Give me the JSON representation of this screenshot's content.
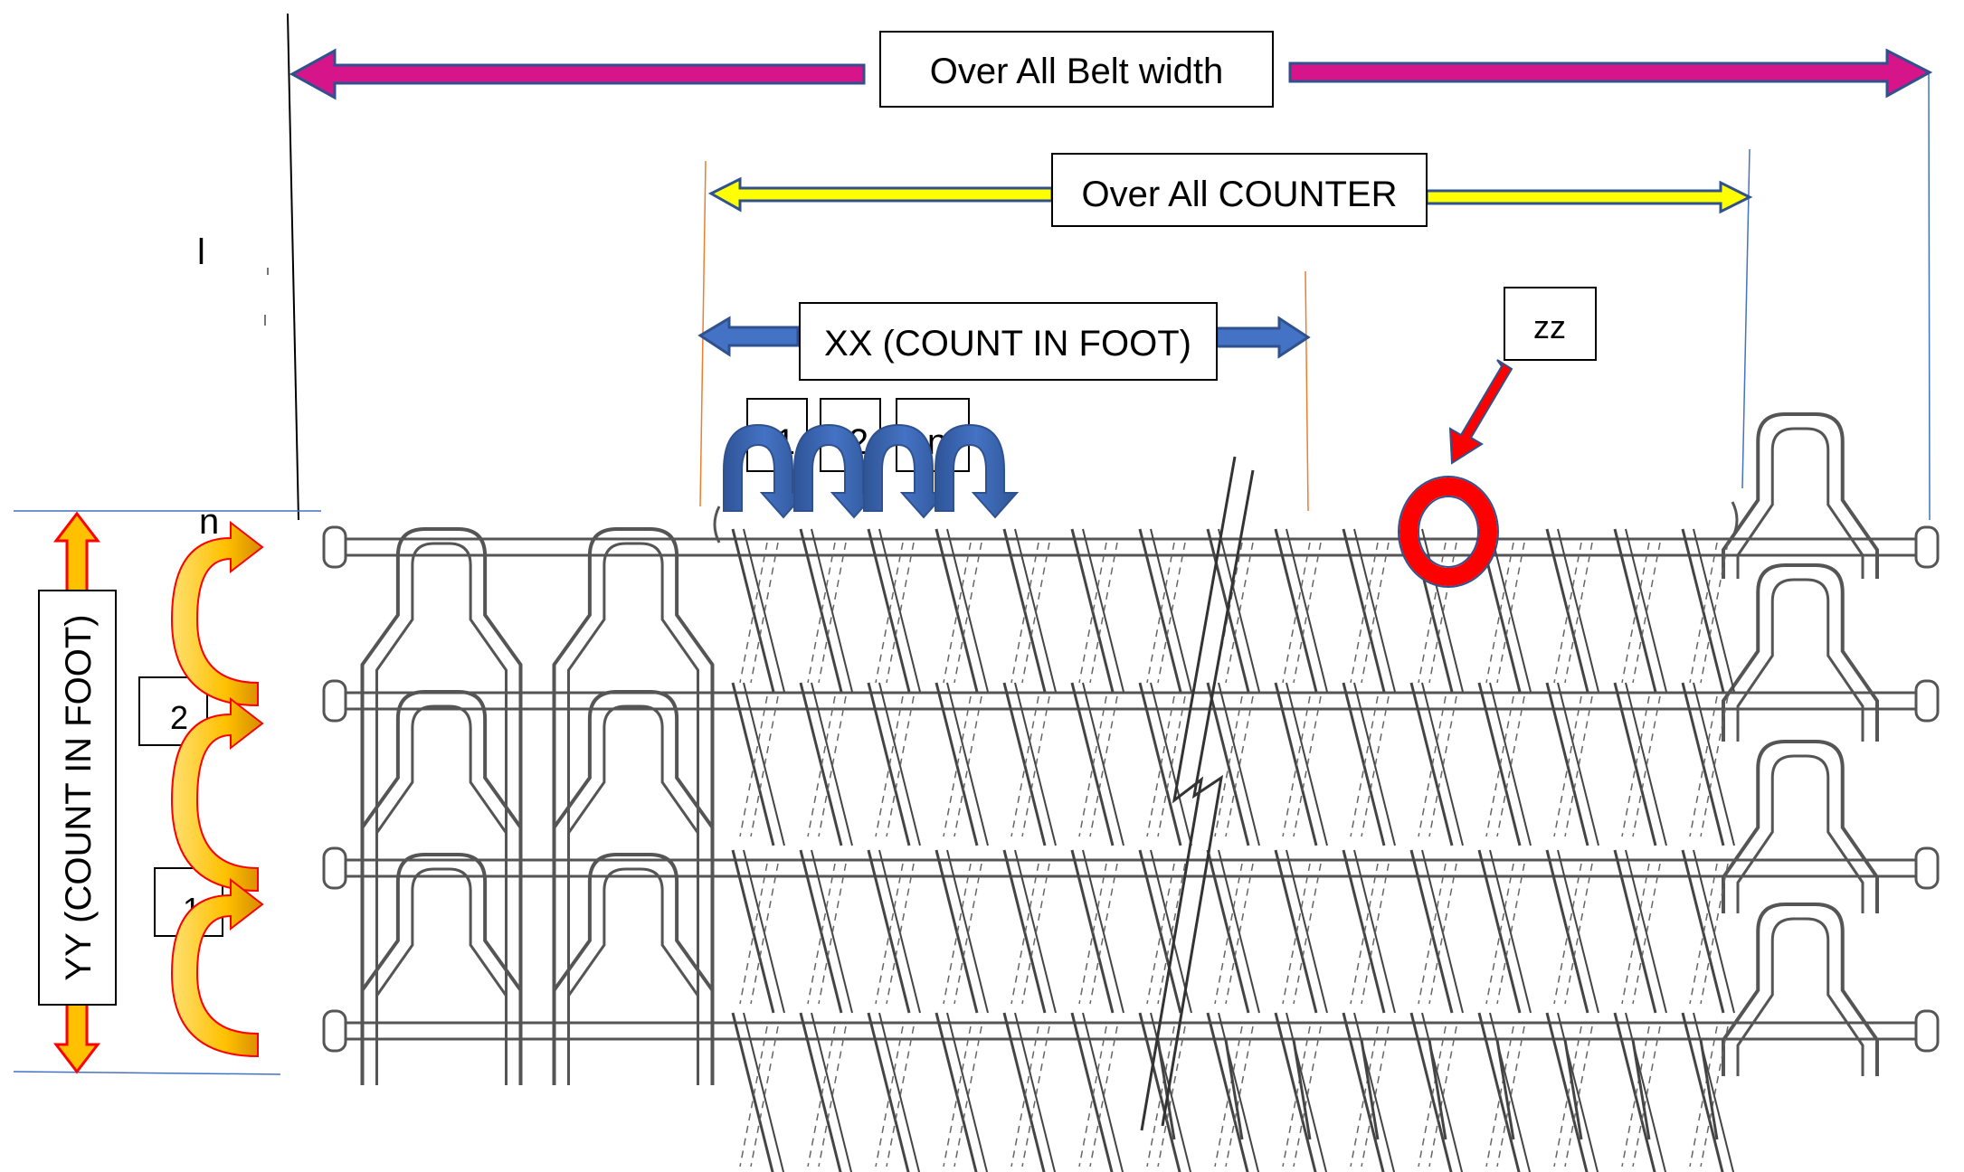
{
  "labels": {
    "overall_belt_width": "Over All Belt width",
    "overall_counter": "Over All COUNTER",
    "xx_count": "XX (COUNT IN FOOT)",
    "yy_count": "YY (COUNT IN FOOT)",
    "zz": "zz",
    "spiral_boxes": [
      "1",
      "2",
      "n"
    ],
    "row_boxes": [
      "2",
      "1"
    ],
    "stray_l": "l",
    "stray_n": "n"
  },
  "colors": {
    "belt_width_arrow": "#d6158a",
    "counter_arrow": "#ffff00",
    "xx_arrow": "#4472c4",
    "yy_arrow": "#ffc000",
    "yy_arrow_outline": "#ff0000",
    "zz_arrow": "#ff0000",
    "zz_ring": "#ff0000",
    "arrow_outline": "#2f528f",
    "dimension_line_orange": "#ed7d31",
    "dimension_line_blue": "#4472c4",
    "belt_line": "#555555"
  },
  "icons": {
    "spiral_arrows": "curved-down-arrow-icon",
    "row_arrows": "curved-right-arrow-icon",
    "zz_pointer": "pointer-arrow-icon",
    "zz_marker": "ring-marker-icon"
  }
}
